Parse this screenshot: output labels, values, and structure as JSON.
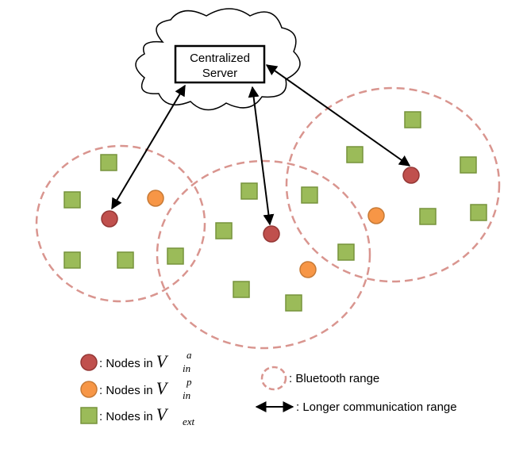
{
  "server": {
    "line1": "Centralized",
    "line2": "Server"
  },
  "colors": {
    "active_node": "#c0504d",
    "passive_node": "#f79646",
    "external_node": "#9bbb59",
    "bluetooth_range": "#d9958f",
    "arrow": "#000000"
  },
  "legend": {
    "active": {
      "prefix": ": Nodes in ",
      "sym": "V",
      "sub": "in",
      "sup": "a"
    },
    "passive": {
      "prefix": ": Nodes in ",
      "sym": "V",
      "sub": "in",
      "sup": "p"
    },
    "external": {
      "prefix": ": Nodes in ",
      "sym": "V",
      "sub": "ext"
    },
    "bluetooth": ": Bluetooth range",
    "longer": ": Longer communication range"
  }
}
